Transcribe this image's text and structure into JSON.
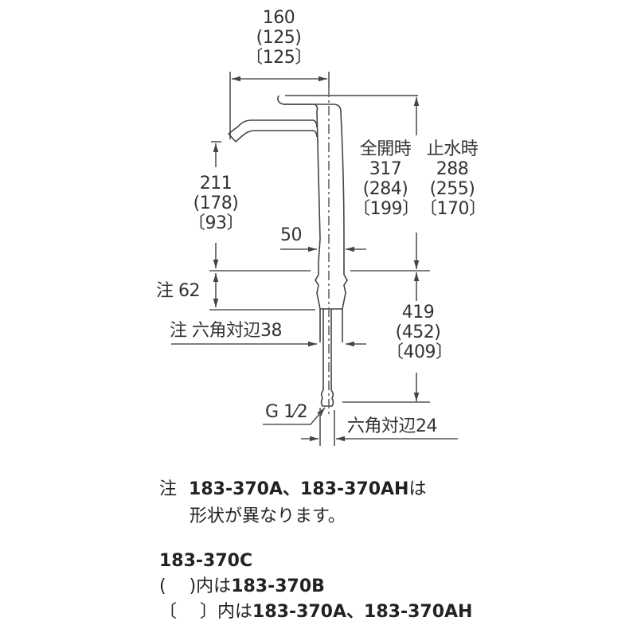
{
  "drawing": {
    "top_width": {
      "main": "160",
      "paren": "(125)",
      "bracket": "〔125〕"
    },
    "full_open": {
      "label": "全開時",
      "main": "317",
      "paren": "(284)",
      "bracket": "〔199〕"
    },
    "water_stop": {
      "label": "止水時",
      "main": "288",
      "paren": "(255)",
      "bracket": "〔170〕"
    },
    "spout_height": {
      "main": "211",
      "paren": "(178)",
      "bracket": "〔93〕"
    },
    "base_width": "50",
    "note_62": "注 62",
    "hex_38": "注 六角対辺38",
    "below_counter": {
      "main": "419",
      "paren": "(452)",
      "bracket": "〔409〕"
    },
    "thread": {
      "letter": "G",
      "fraction": "1⁄2"
    },
    "hex_24": "六角対辺24",
    "colors": {
      "line": "#555555",
      "text": "#333333",
      "background": "#ffffff"
    }
  },
  "notes": {
    "prefix": "注",
    "line1_models": "183-370A、183-370AH",
    "line1_suffix": "は",
    "line2": "形状が異なります。"
  },
  "legend": {
    "model": "183-370C",
    "row1_bracket": "(　 )",
    "row1_text": "内は",
    "row1_model": "183-370B",
    "row2_bracket": "〔　 〕",
    "row2_text": "内は",
    "row2_model": "183-370A、183-370AH"
  }
}
